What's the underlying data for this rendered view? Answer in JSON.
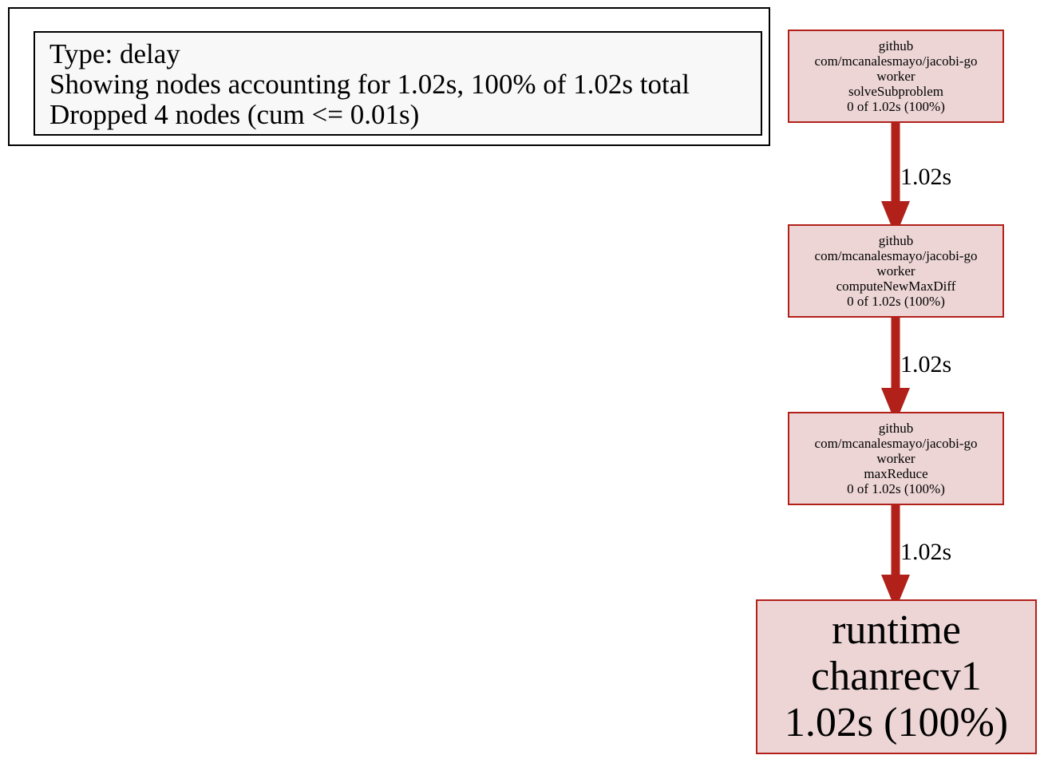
{
  "legend": {
    "type_line": "Type: delay",
    "showing_line": "Showing nodes accounting for 1.02s, 100% of 1.02s total",
    "dropped_line": "Dropped 4 nodes (cum <= 0.01s)"
  },
  "nodes": [
    {
      "lines": [
        "github",
        "com/mcanalesmayo/jacobi-go",
        "worker",
        "solveSubproblem",
        "0 of 1.02s (100%)"
      ]
    },
    {
      "lines": [
        "github",
        "com/mcanalesmayo/jacobi-go",
        "worker",
        "computeNewMaxDiff",
        "0 of 1.02s (100%)"
      ]
    },
    {
      "lines": [
        "github",
        "com/mcanalesmayo/jacobi-go",
        "worker",
        "maxReduce",
        "0 of 1.02s (100%)"
      ]
    },
    {
      "lines": [
        "runtime",
        "chanrecv1",
        "1.02s (100%)"
      ]
    }
  ],
  "edges": [
    {
      "label": "1.02s"
    },
    {
      "label": "1.02s"
    },
    {
      "label": "1.02s"
    }
  ],
  "colors": {
    "node_fill": "#edd5d5",
    "node_border": "#b2201a",
    "edge": "#b2201a",
    "legend_fill": "#f8f8f8"
  }
}
